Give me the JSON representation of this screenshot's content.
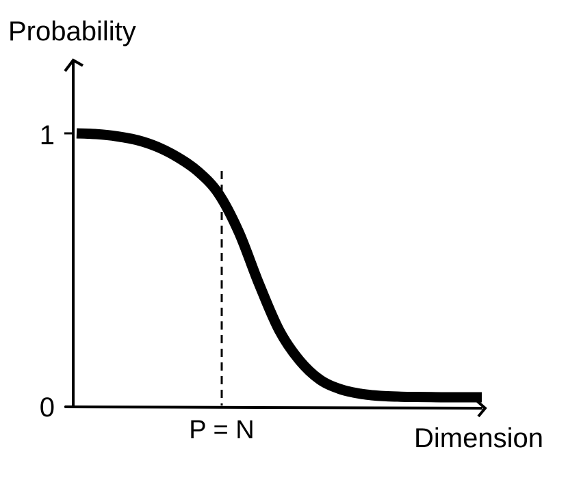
{
  "chart_data": {
    "type": "line",
    "xlabel": "Dimension",
    "ylabel": "Probability",
    "y_ticks": [
      "0",
      "1"
    ],
    "ylim": [
      0,
      1
    ],
    "annotation": {
      "label": "P = N",
      "style": "dashed vertical line"
    },
    "series": [
      {
        "x": [
          0,
          0.5,
          1,
          1.5,
          2,
          2.5,
          3,
          3.5,
          4,
          4.5,
          5,
          5.5,
          6,
          6.5,
          7,
          7.5,
          8,
          8.5,
          9,
          9.5,
          10
        ],
        "values": [
          1,
          0.997,
          0.989,
          0.975,
          0.95,
          0.912,
          0.86,
          0.78,
          0.64,
          0.45,
          0.28,
          0.17,
          0.1,
          0.065,
          0.048,
          0.04,
          0.037,
          0.036,
          0.035,
          0.035,
          0.035
        ]
      }
    ],
    "axis_color": "#000000",
    "line_color": "#000000"
  }
}
